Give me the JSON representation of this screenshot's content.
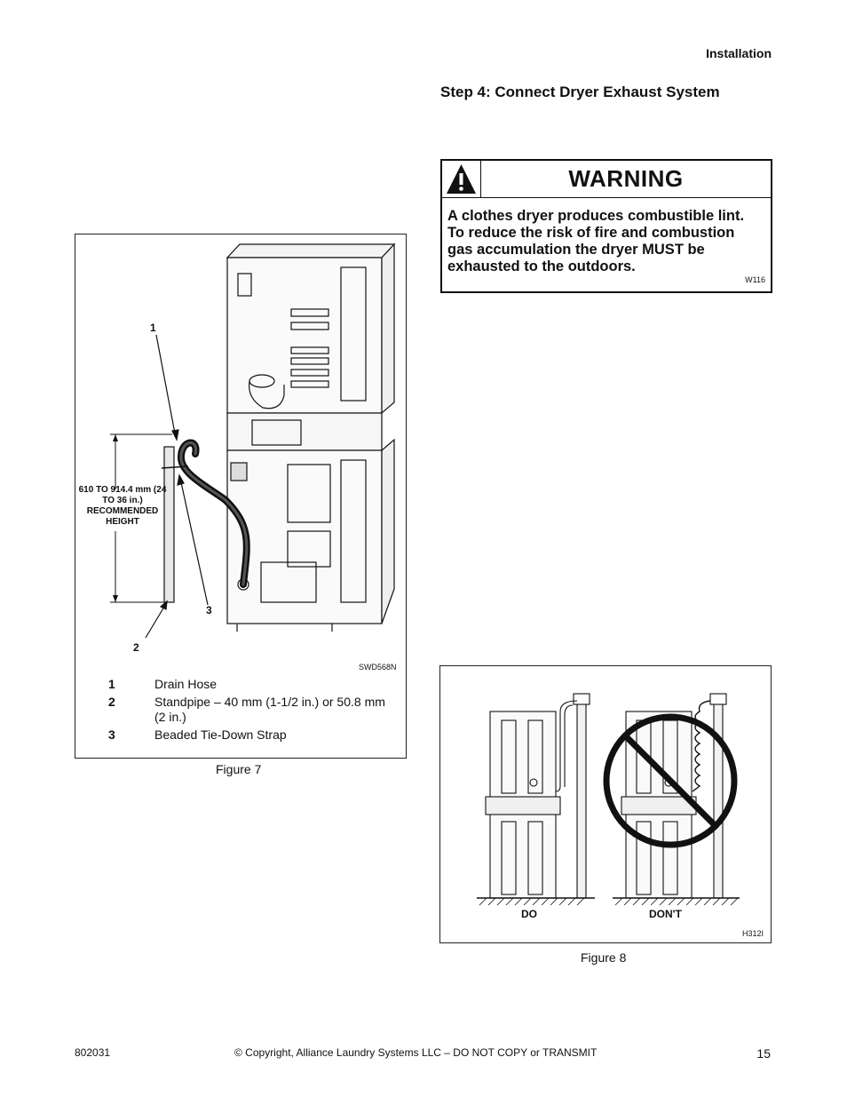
{
  "header": {
    "section": "Installation"
  },
  "step": {
    "title": "Step 4: Connect Dryer Exhaust System"
  },
  "warning": {
    "title": "WARNING",
    "text": "A clothes dryer produces combustible lint. To reduce the risk of fire and combustion gas accumulation the dryer MUST be exhausted to the outdoors.",
    "code": "W116"
  },
  "figure7": {
    "caption": "Figure 7",
    "code": "SWD568N",
    "height_label": "610 TO 914.4 mm (24 TO 36 in.) RECOMMENDED HEIGHT",
    "callouts": [
      "1",
      "2",
      "3"
    ],
    "legend": [
      {
        "num": "1",
        "text": "Drain Hose"
      },
      {
        "num": "2",
        "text": "Standpipe – 40 mm (1-1/2 in.) or 50.8 mm (2 in.)"
      },
      {
        "num": "3",
        "text": "Beaded Tie-Down Strap"
      }
    ]
  },
  "figure8": {
    "caption": "Figure 8",
    "code": "H312I",
    "do_label": "DO",
    "dont_label": "DON'T"
  },
  "footer": {
    "doc_number": "802031",
    "copyright": "© Copyright, Alliance Laundry Systems LLC – DO NOT COPY or TRANSMIT",
    "page": "15"
  }
}
